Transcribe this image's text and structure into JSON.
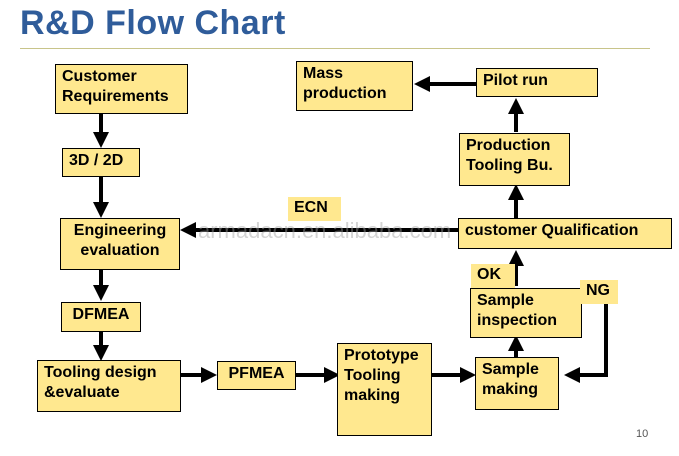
{
  "title": "R&D Flow Chart",
  "page_number": "10",
  "watermark": "armadacn.en.alibaba.com",
  "nodes": {
    "customer_requirements": "Customer\nRequirements",
    "three_d_two_d": "3D / 2D",
    "engineering_evaluation": "Engineering\nevaluation",
    "dfmea": "DFMEA",
    "tooling_design": "Tooling design\n&evaluate",
    "pfmea": "PFMEA",
    "prototype_tooling": "Prototype\nTooling\nmaking",
    "sample_making": "Sample\nmaking",
    "sample_inspection": "Sample\ninspection",
    "customer_qualification": "customer Qualification",
    "production_tooling": "Production\nTooling Bu.",
    "pilot_run": "Pilot run",
    "mass_production": "Mass\nproduction"
  },
  "labels": {
    "ecn": "ECN",
    "ok": "OK",
    "ng": "NG"
  }
}
